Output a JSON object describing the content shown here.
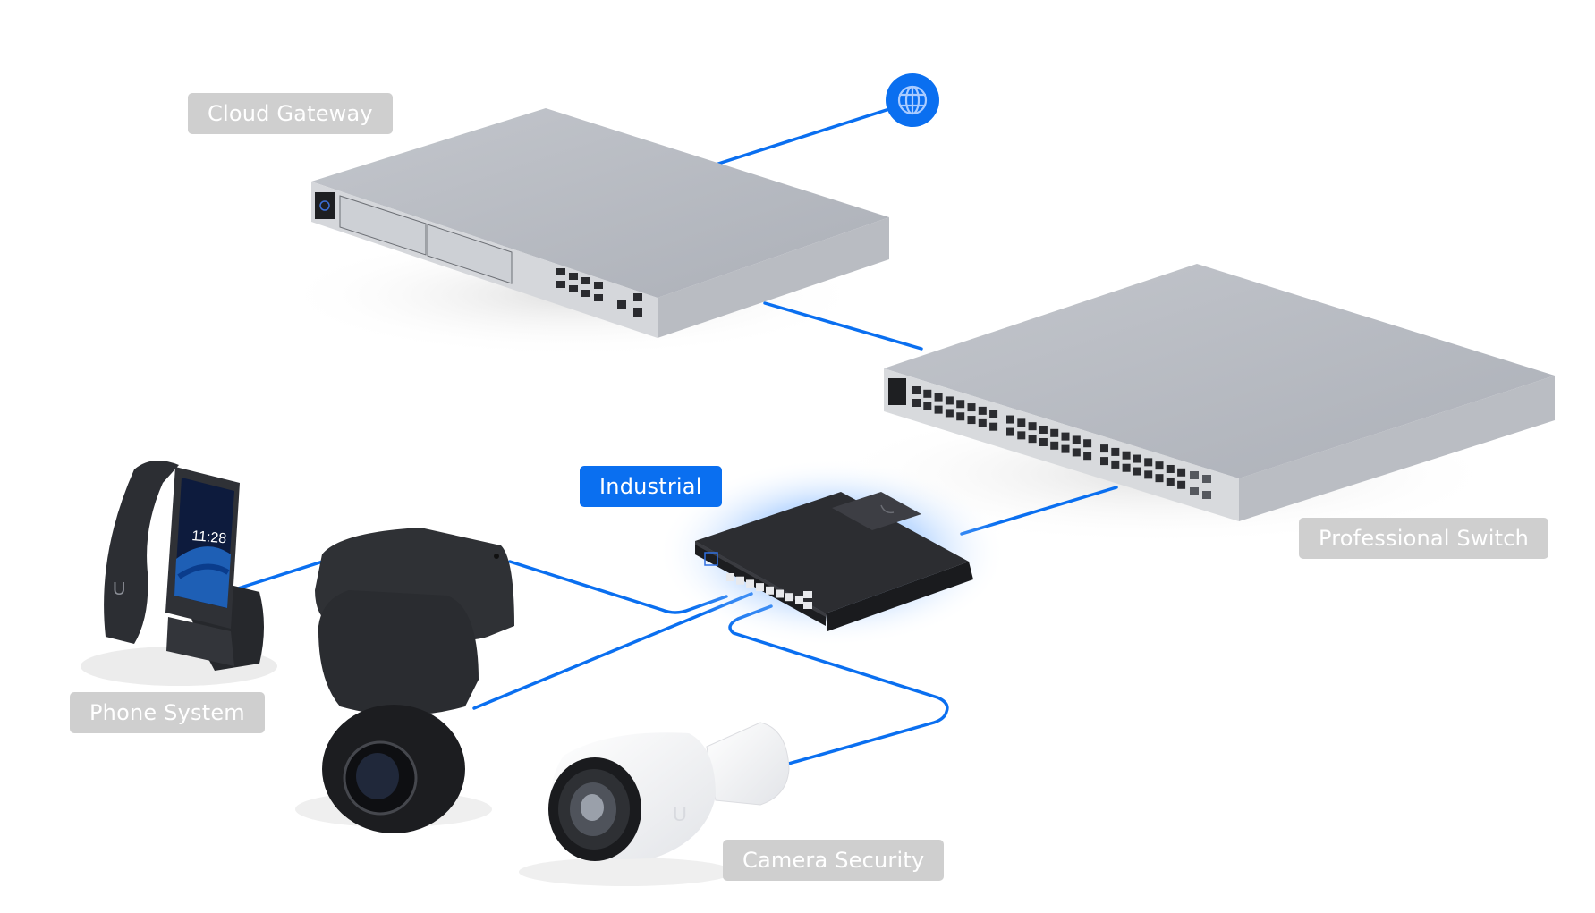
{
  "diagram": {
    "title": "Network topology",
    "accent_color": "#0a6ff0",
    "label_color": "#cfcfcf",
    "nodes": [
      {
        "id": "internet",
        "label": "",
        "icon": "globe-icon"
      },
      {
        "id": "cloud-gateway",
        "label": "Cloud Gateway",
        "highlighted": false
      },
      {
        "id": "professional-switch",
        "label": "Professional Switch",
        "highlighted": false
      },
      {
        "id": "industrial",
        "label": "Industrial",
        "highlighted": true
      },
      {
        "id": "phone-system",
        "label": "Phone System",
        "highlighted": false
      },
      {
        "id": "ptz-camera",
        "label": "",
        "highlighted": false
      },
      {
        "id": "camera-security",
        "label": "Camera Security",
        "highlighted": false
      }
    ],
    "edges": [
      {
        "from": "internet",
        "to": "cloud-gateway"
      },
      {
        "from": "cloud-gateway",
        "to": "professional-switch"
      },
      {
        "from": "professional-switch",
        "to": "industrial"
      },
      {
        "from": "industrial",
        "to": "phone-system"
      },
      {
        "from": "industrial",
        "to": "ptz-camera"
      },
      {
        "from": "industrial",
        "to": "camera-security"
      }
    ],
    "phone_screen_time": "11:28"
  }
}
